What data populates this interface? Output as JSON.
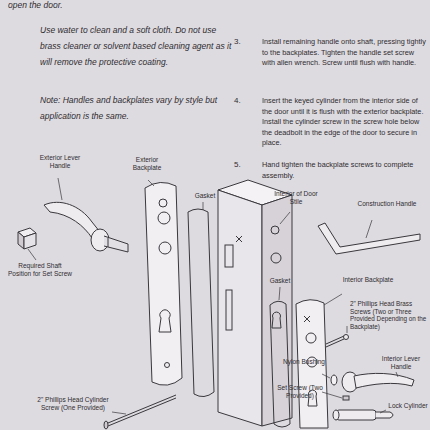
{
  "diagram": {
    "labels": [
      "open the door.",
      "Use water to clean and a soft cloth. Do not use brass cleaner or solvent based cleaning agent as it will remove the protective coating.",
      "Note: Handles and backplates vary by style but application is the same.",
      "3.",
      "Install remaining handle onto shaft, pressing tightly to the backplates. Tighten the handle set screw with allen wrench. Screw until flush with handle.",
      "4.",
      "Insert the keyed cylinder from the interior side of the door until it is flush with the exterior backplate. Install the cylinder screw in the screw hole below the deadbolt in the edge of the door to secure in place.",
      "5.",
      "Hand tighten the backplate screws to complete assembly.",
      "Exterior Lever Handle",
      "Exterior Backplate",
      "Gasket",
      "Interior of Door Stile",
      "Construction Handle",
      "Required Shaft Position for Set Screw",
      "Gasket",
      "Interior Backplate",
      "2\" Phillips Head Brass Screws (Two or Three Provided Depending on the Backplate)",
      "Interior Lever Handle",
      "Nylon Bushing",
      "Set Screw (Two Provided)",
      "2\" Phillips Head Cylinder Screw (One Provided)",
      "Lock Cylinder"
    ]
  }
}
